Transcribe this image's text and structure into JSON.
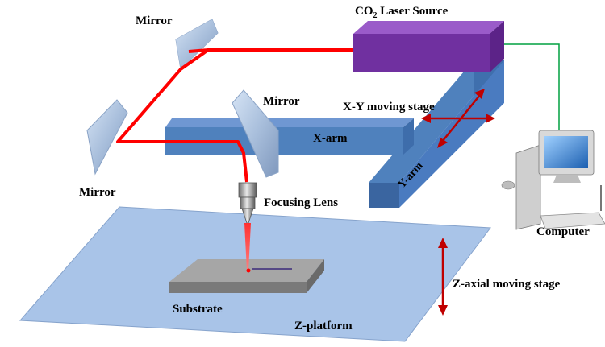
{
  "labels": {
    "laser_source_prefix": "CO",
    "laser_source_sub": "2",
    "laser_source_suffix": " Laser Source",
    "mirror_top": "Mirror",
    "mirror_center": "Mirror",
    "mirror_left": "Mirror",
    "xy_stage": "X-Y moving stage",
    "x_arm": "X-arm",
    "y_arm": "Y-arm",
    "focusing_lens": "Focusing Lens",
    "computer": "Computer",
    "z_stage": "Z-axial moving stage",
    "substrate": "Substrate",
    "z_platform": "Z-platform"
  },
  "colors": {
    "laser_beam": "#ff0000",
    "laser_box": "#7030a0",
    "arm_blue": "#4472c4",
    "platform": "#a9c4e8",
    "substrate": "#8c8c8c",
    "arrow": "#c00000",
    "cable": "#00a040"
  }
}
